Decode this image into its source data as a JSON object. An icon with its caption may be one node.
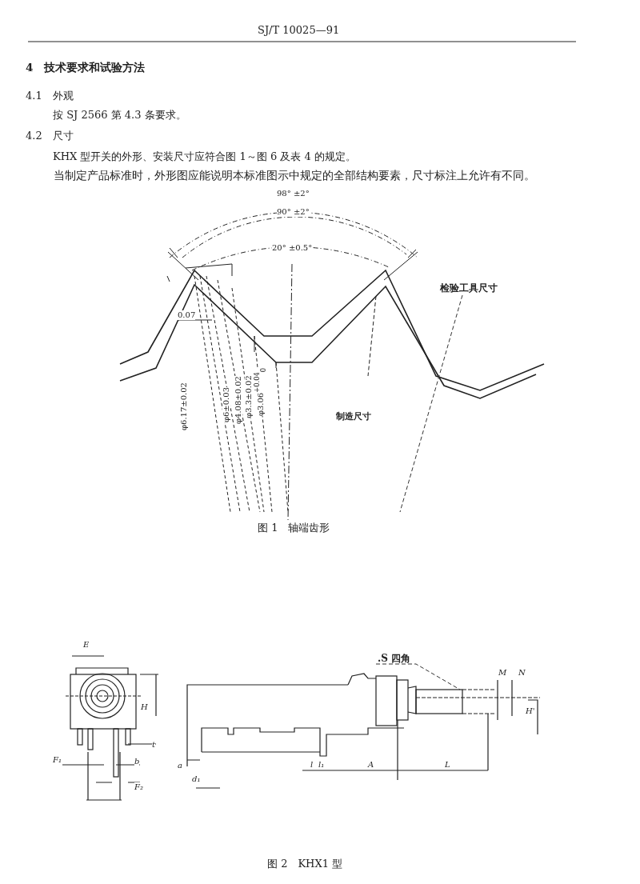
{
  "diagram": {
    "nodes": [
      {
        "text": [
          "检验工具尺寸"
        ]
      },
      {
        "text": [
          ".S 四角"
        ]
      }
    ],
    "edges": [
      {
        "from": 0,
        "to": null,
        "arrow": "none",
        "style": "dashed"
      },
      {
        "from": 1,
        "to": null,
        "arrow": "none",
        "style": "dashed"
      }
    ],
    "labels": [
      "SJ/T 10025—91",
      "4　技术要求和试验方法",
      "4.1　外观",
      "按 SJ 2566 第 4.3 条要求。",
      "4.2　尺寸",
      "KHX 型开关的外形、安装尺寸应符合图 1～图 6 及表 4 的规定。",
      "当制定产品标准时，外形图应能说明本标准图示中规定的全部结构要素，尺寸标注上允许有不同。",
      "98° ±2°",
      "90° ±2°",
      "20° ±0.5°",
      "0.07",
      "φ6.17±0.02",
      "φ6±0.03",
      "φ4.08±0.02",
      "φ3.3±0.02",
      "φ3.06$^{+0.04}$$_{0}$",
      "制造尺寸",
      "图 1　轴端齿形",
      "E",
      "H",
      "F₁",
      "b",
      "t",
      "F₂",
      "a",
      "d₁",
      "M",
      "N",
      "H'",
      "l",
      "l₁",
      "A",
      "L",
      "图 2　KHX1 型"
    ]
  }
}
